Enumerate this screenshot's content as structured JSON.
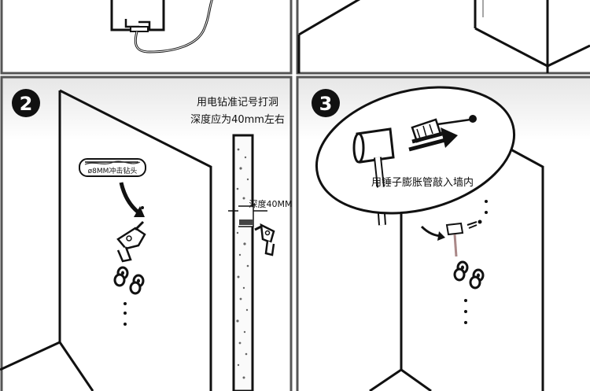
{
  "steps": [
    {
      "number": "2",
      "instruction_line1": "用电钻准记号打洞",
      "instruction_line2": "深度应为40mm左右",
      "drill_bit_label": "ø8MM冲击钻头",
      "depth_label": "深度40MM"
    },
    {
      "number": "3",
      "instruction": "用锤子膨胀管敲入墙内"
    }
  ],
  "colors": {
    "background": "#ffffff",
    "frame": "#555555",
    "ink": "#111111",
    "panel_bg": "#f4f4f4"
  }
}
